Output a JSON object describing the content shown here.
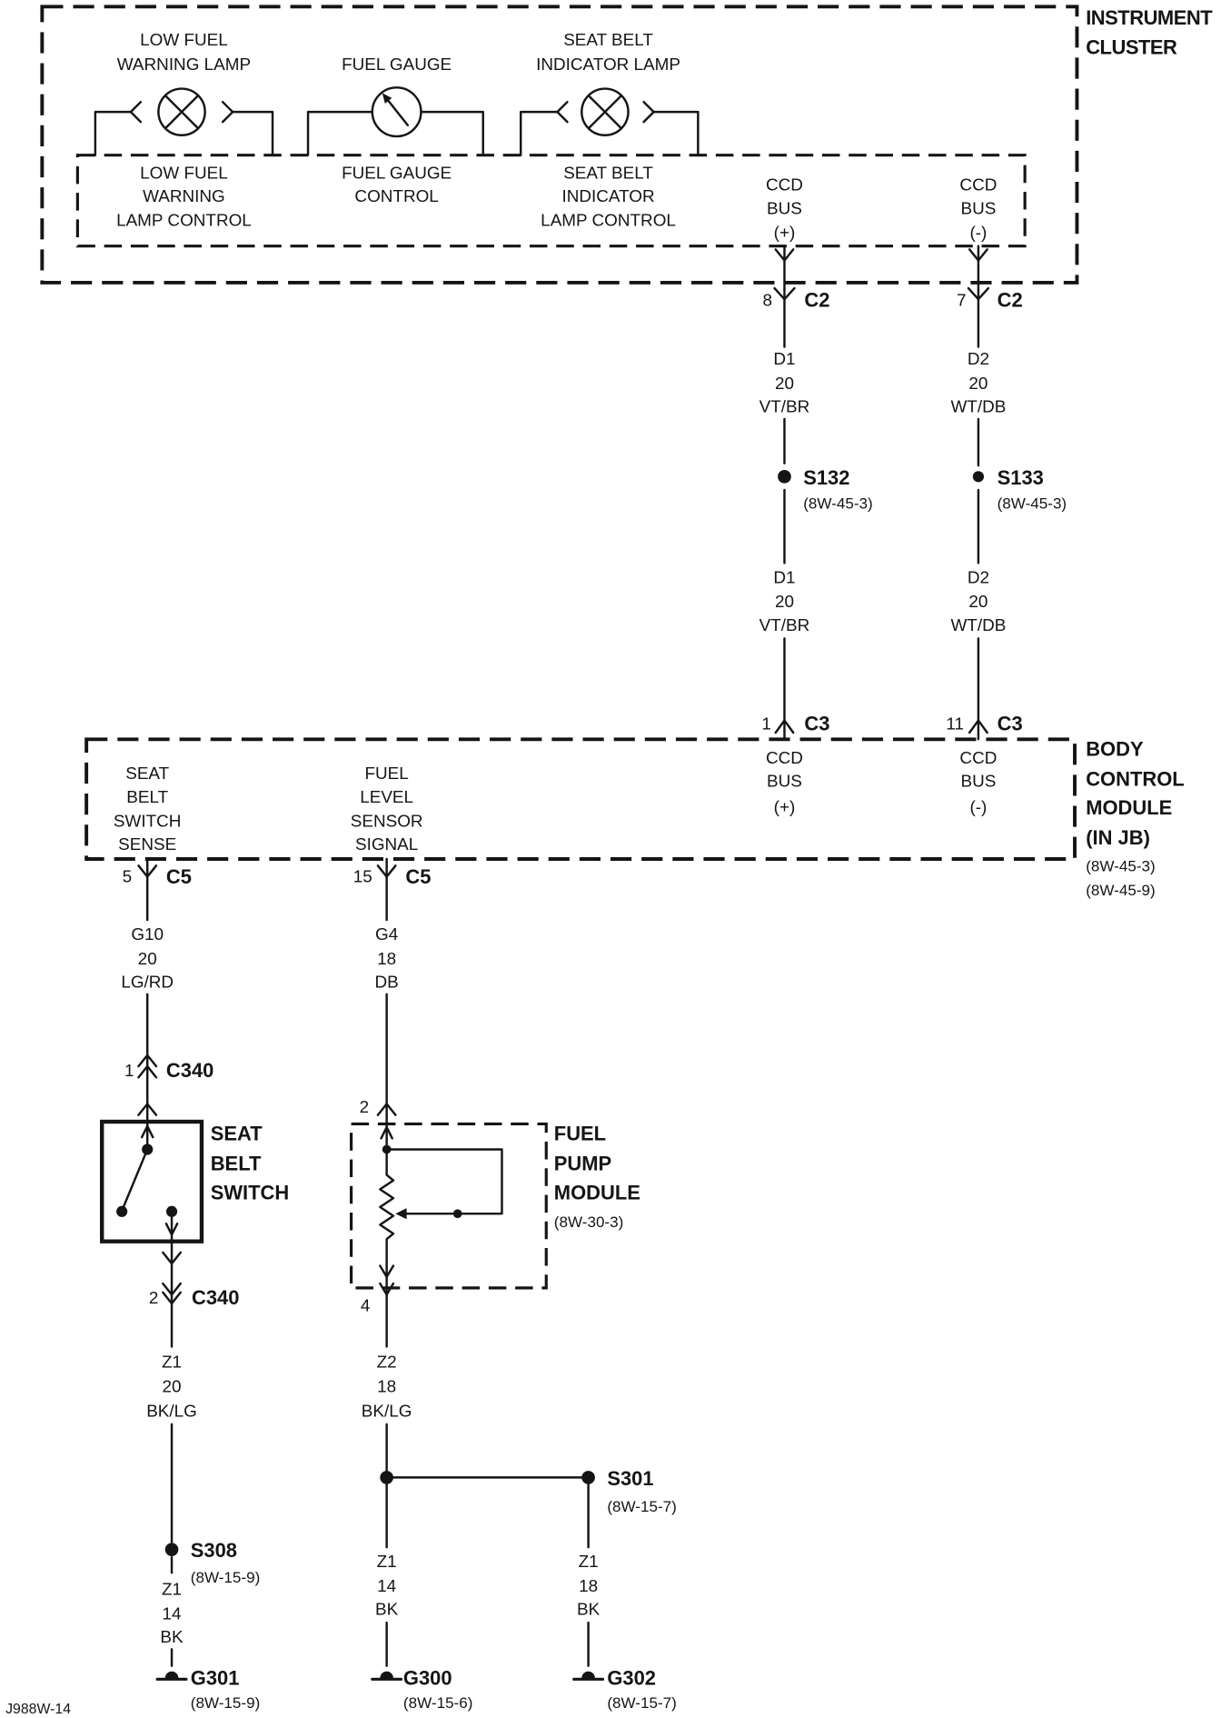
{
  "instrument_cluster": {
    "title": [
      "INSTRUMENT",
      "CLUSTER"
    ],
    "low_fuel_warning_lamp": {
      "label": [
        "LOW FUEL",
        "WARNING LAMP"
      ]
    },
    "fuel_gauge": {
      "label": [
        "FUEL GAUGE"
      ]
    },
    "seat_belt_indicator_lamp": {
      "label": [
        "SEAT BELT",
        "INDICATOR LAMP"
      ]
    },
    "controls": {
      "low_fuel": [
        "LOW FUEL",
        "WARNING",
        "LAMP CONTROL"
      ],
      "fuel_gauge": [
        "FUEL GAUGE",
        "CONTROL"
      ],
      "seat_belt": [
        "SEAT BELT",
        "INDICATOR",
        "LAMP CONTROL"
      ]
    },
    "ccd_bus_pos": [
      "CCD",
      "BUS",
      "(+)"
    ],
    "ccd_bus_neg": [
      "CCD",
      "BUS",
      "(-)"
    ]
  },
  "body_control_module": {
    "title": [
      "BODY",
      "CONTROL",
      "MODULE",
      "(IN JB)"
    ],
    "refs": [
      "(8W-45-3)",
      "(8W-45-9)"
    ],
    "ccd_bus_pos": [
      "CCD",
      "BUS",
      "(+)"
    ],
    "ccd_bus_neg": [
      "CCD",
      "BUS",
      "(-)"
    ],
    "seat_belt_switch_sense": [
      "SEAT",
      "BELT",
      "SWITCH",
      "SENSE"
    ],
    "fuel_level_sensor_signal": [
      "FUEL",
      "LEVEL",
      "SENSOR",
      "SIGNAL"
    ]
  },
  "connectors": {
    "c2_ccd_pos": {
      "pin": "8",
      "name": "C2"
    },
    "c2_ccd_neg": {
      "pin": "7",
      "name": "C2"
    },
    "c3_ccd_pos": {
      "pin": "1",
      "name": "C3"
    },
    "c3_ccd_neg": {
      "pin": "11",
      "name": "C3"
    },
    "c5_seat_belt": {
      "pin": "5",
      "name": "C5"
    },
    "c5_fuel_level": {
      "pin": "15",
      "name": "C5"
    },
    "c340_top": {
      "pin": "1",
      "name": "C340"
    },
    "c340_bottom": {
      "pin": "2",
      "name": "C340"
    },
    "fuel_pump_in": {
      "pin": "2"
    },
    "fuel_pump_out": {
      "pin": "4"
    }
  },
  "wires": {
    "d1_upper": {
      "circuit": "D1",
      "gauge": "20",
      "color_code": "VT/BR"
    },
    "d1_lower": {
      "circuit": "D1",
      "gauge": "20",
      "color_code": "VT/BR"
    },
    "d2_upper": {
      "circuit": "D2",
      "gauge": "20",
      "color_code": "WT/DB"
    },
    "d2_lower": {
      "circuit": "D2",
      "gauge": "20",
      "color_code": "WT/DB"
    },
    "g10": {
      "circuit": "G10",
      "gauge": "20",
      "color_code": "LG/RD"
    },
    "g4": {
      "circuit": "G4",
      "gauge": "18",
      "color_code": "DB"
    },
    "z1_seat_belt": {
      "circuit": "Z1",
      "gauge": "20",
      "color_code": "BK/LG"
    },
    "z2_fuel_pump": {
      "circuit": "Z2",
      "gauge": "18",
      "color_code": "BK/LG"
    },
    "z1_g301": {
      "circuit": "Z1",
      "gauge": "14",
      "color_code": "BK"
    },
    "z1_g300": {
      "circuit": "Z1",
      "gauge": "14",
      "color_code": "BK"
    },
    "z1_g302": {
      "circuit": "Z1",
      "gauge": "18",
      "color_code": "BK"
    }
  },
  "splices": {
    "s132": {
      "name": "S132",
      "ref": "(8W-45-3)"
    },
    "s133": {
      "name": "S133",
      "ref": "(8W-45-3)"
    },
    "s308": {
      "name": "S308",
      "ref": "(8W-15-9)"
    },
    "s301": {
      "name": "S301",
      "ref": "(8W-15-7)"
    }
  },
  "components": {
    "seat_belt_switch": {
      "label": [
        "SEAT",
        "BELT",
        "SWITCH"
      ]
    },
    "fuel_pump_module": {
      "label": [
        "FUEL",
        "PUMP",
        "MODULE"
      ],
      "ref": "(8W-30-3)"
    }
  },
  "grounds": {
    "g301": {
      "name": "G301",
      "ref": "(8W-15-9)"
    },
    "g300": {
      "name": "G300",
      "ref": "(8W-15-6)"
    },
    "g302": {
      "name": "G302",
      "ref": "(8W-15-7)"
    }
  },
  "footer": {
    "figure_id": "J988W-14"
  }
}
